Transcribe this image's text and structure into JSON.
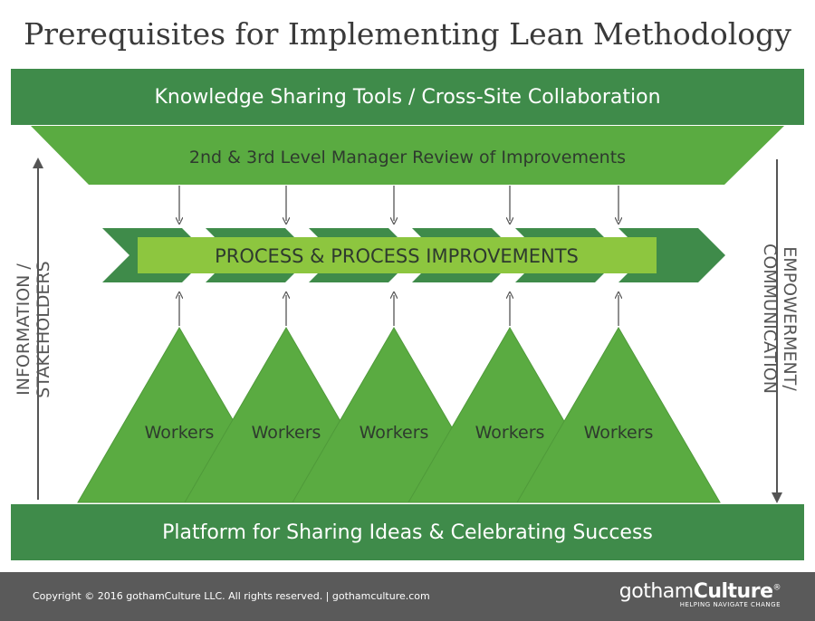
{
  "title": "Prerequisites for Implementing Lean Methodology",
  "top_band": "Knowledge Sharing Tools / Cross-Site Collaboration",
  "manager_review": "2nd & 3rd Level Manager Review of Improvements",
  "process_banner": "PROCESS & PROCESS IMPROVEMENTS",
  "workers": [
    "Workers",
    "Workers",
    "Workers",
    "Workers",
    "Workers"
  ],
  "bottom_band": "Platform for Sharing Ideas & Celebrating Success",
  "left_side_label": [
    "INFORMATION /",
    "STAKEHOLDERS"
  ],
  "right_side_label": [
    "EMPOWERMENT/",
    "COMMUNICATION"
  ],
  "footer": {
    "copyright": "Copyright © 2016 gothamCulture LLC. All rights reserved. | gothamculture.com",
    "logo_prefix": "gotham",
    "logo_bold": "Culture",
    "logo_mark": "®",
    "tagline": "HELPING NAVIGATE CHANGE"
  },
  "colors": {
    "dark_green": "#3f8b4a",
    "mid_green": "#5aab41",
    "light_green": "#8dc63f",
    "text_dark": "#3a3a3a",
    "arrow_gray": "#555555",
    "footer_gray": "#5a5a5a"
  }
}
